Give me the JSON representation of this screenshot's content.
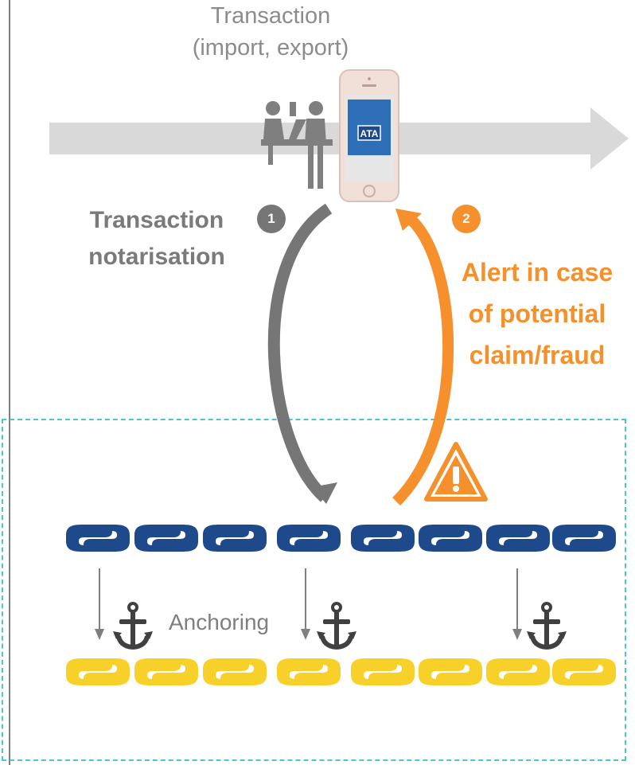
{
  "header": {
    "title_line1": "Transaction",
    "title_line2": "(import, export)"
  },
  "phone": {
    "app_badge": "ATA"
  },
  "step1": {
    "number": "1",
    "label_line1": "Transaction",
    "label_line2": "notarisation"
  },
  "step2": {
    "number": "2",
    "label_line1": "Alert in case",
    "label_line2": "of potential",
    "label_line3": "claim/fraud"
  },
  "anchoring": {
    "label": "Anchoring"
  },
  "colors": {
    "timeline_arrow": "#d9d9d9",
    "grey_arrow": "#767676",
    "orange": "#f5902c",
    "blue_chain": "#1e4a8c",
    "gold_chain": "#f7d02a",
    "dashed_border": "#4cc6c8",
    "anchor": "#404040"
  },
  "icons": [
    "people-at-counter-icon",
    "smartphone-icon",
    "warning-triangle-icon",
    "chain-link-icon",
    "anchor-icon",
    "down-arrow-icon"
  ]
}
